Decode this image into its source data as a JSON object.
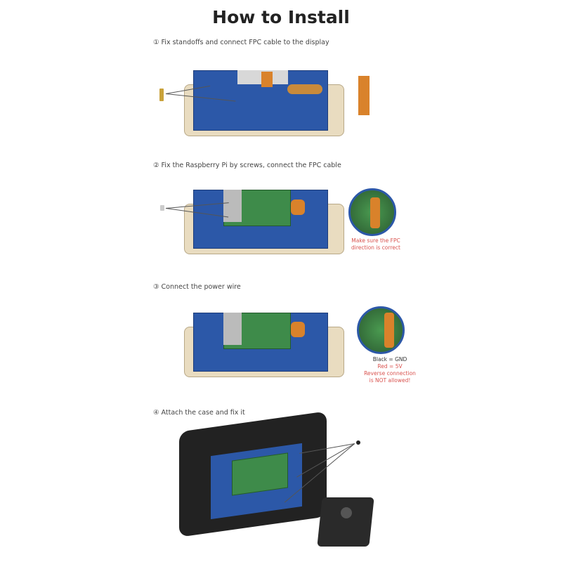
{
  "title": "How to Install",
  "steps": [
    {
      "label": "① Fix standoffs and connect FPC cable to the display"
    },
    {
      "label": "② Fix the Raspberry Pi by screws, connect the FPC cable",
      "note": [
        "Make sure the FPC",
        "direction is correct"
      ]
    },
    {
      "label": "③ Connect the power wire",
      "note_black": "Black = GND",
      "note_red": "Red = 5V",
      "warning": [
        "Reverse connection",
        "is NOT allowed!"
      ]
    },
    {
      "label": "④ Attach the case and fix it"
    }
  ],
  "colors": {
    "board": "#2c58a8",
    "acrylic": "#e9dcc0",
    "warning": "#d9534f"
  }
}
